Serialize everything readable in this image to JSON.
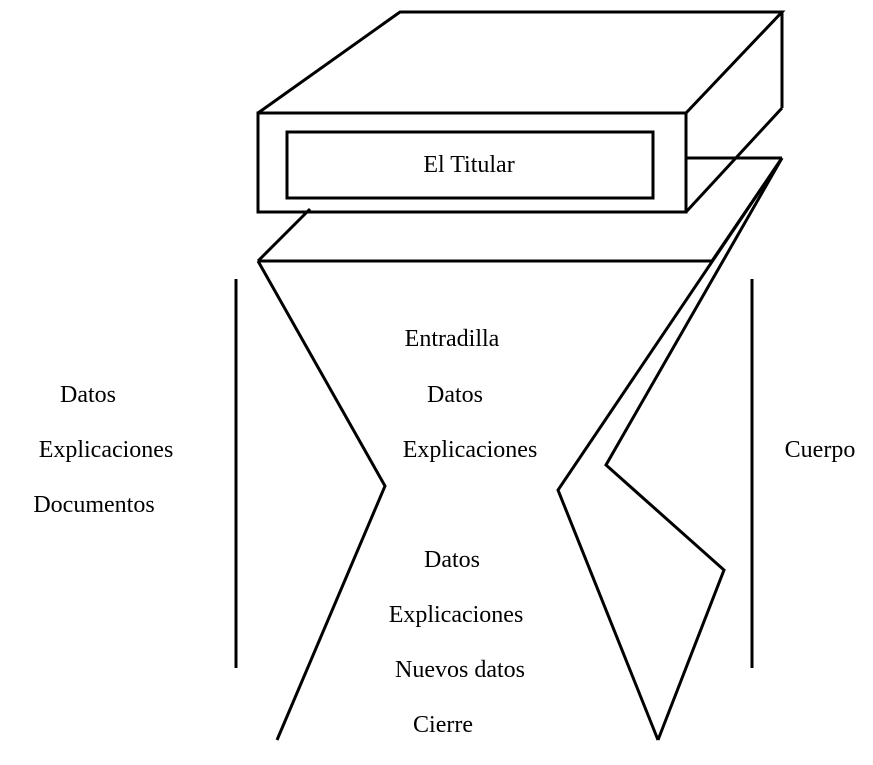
{
  "headline_box": {
    "label": "El Titular"
  },
  "center_top": {
    "items": [
      "Entradilla",
      "Datos",
      "Explicaciones"
    ]
  },
  "center_bottom": {
    "items": [
      "Datos",
      "Explicaciones",
      "Nuevos datos",
      "Cierre"
    ]
  },
  "left_side": {
    "items": [
      "Datos",
      "Explicaciones",
      "Documentos"
    ]
  },
  "right_side": {
    "label": "Cuerpo"
  }
}
